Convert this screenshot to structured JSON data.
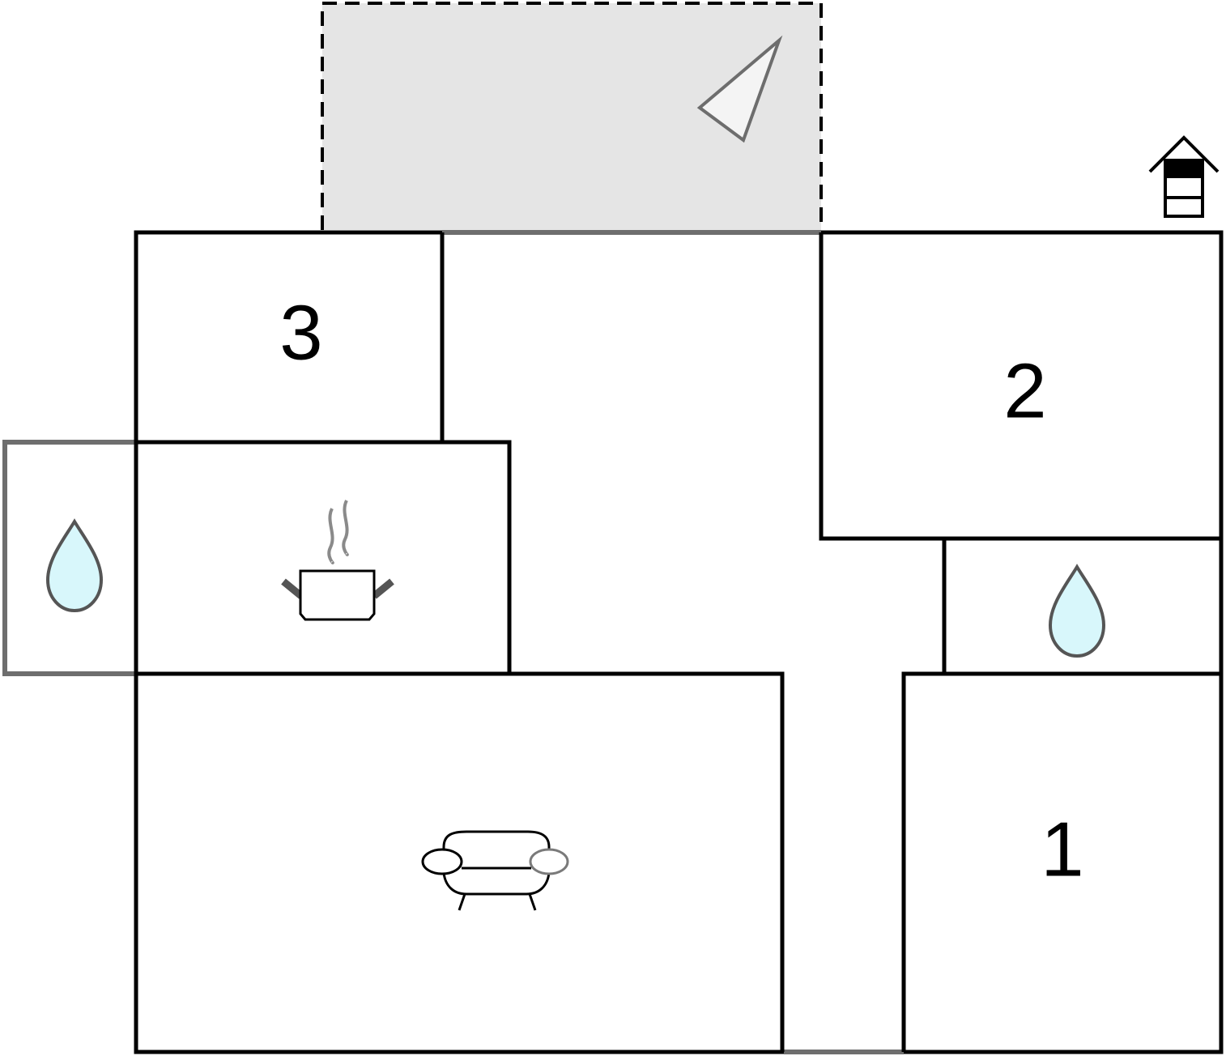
{
  "floorplan": {
    "rooms": [
      {
        "id": "bedroom-1",
        "label": "1"
      },
      {
        "id": "bedroom-2",
        "label": "2"
      },
      {
        "id": "bedroom-3",
        "label": "3"
      }
    ],
    "icons": {
      "terrace": "triangle-icon",
      "entrance": "house-entrance-icon",
      "kitchen": "cooking-pot-icon",
      "living": "sofa-icon",
      "bathrooms": [
        "water-drop-icon",
        "water-drop-icon"
      ]
    },
    "colors": {
      "wall": "#000000",
      "exterior_wall": "#6e6e6e",
      "terrace_fill": "#e5e5e5",
      "water": "#d8f7fb"
    }
  }
}
